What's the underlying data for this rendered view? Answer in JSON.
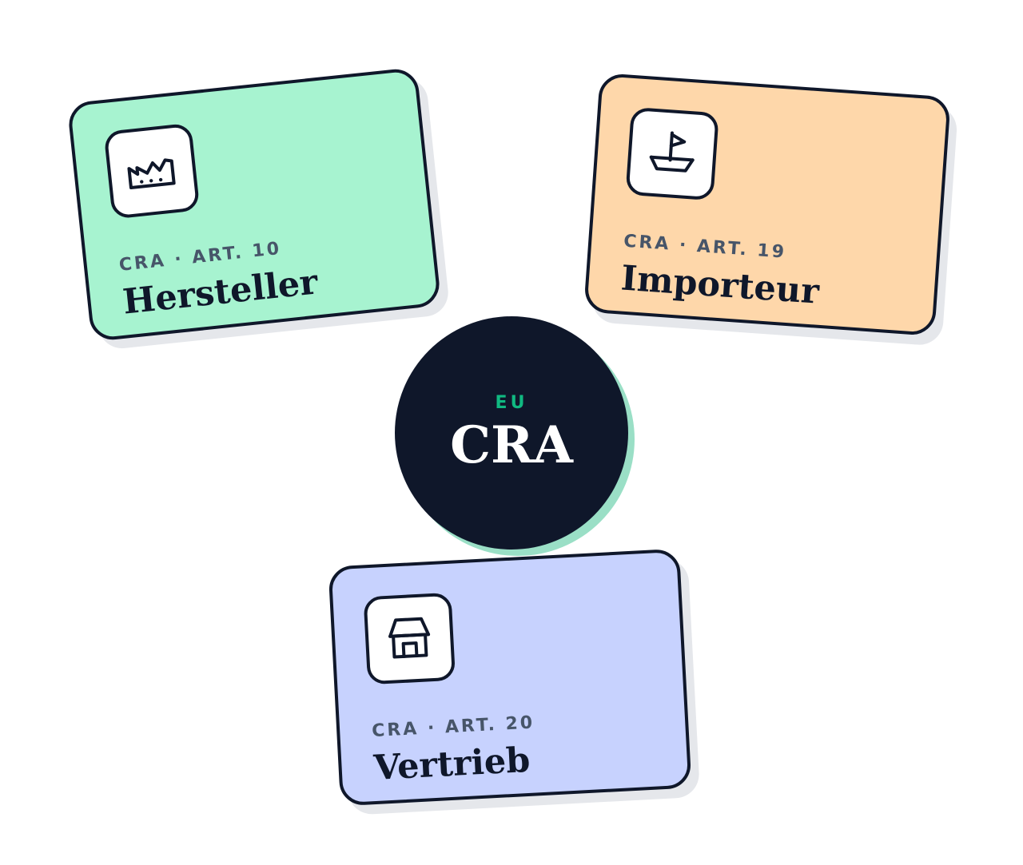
{
  "center": {
    "eyebrow": "EU",
    "title": "CRA"
  },
  "cards": [
    {
      "article": "CRA · ART. 10",
      "title": "Hersteller",
      "icon": "factory-icon",
      "color": "#a7f3d0"
    },
    {
      "article": "CRA · ART. 19",
      "title": "Importeur",
      "icon": "ship-icon",
      "color": "#fed7aa"
    },
    {
      "article": "CRA · ART. 20",
      "title": "Vertrieb",
      "icon": "store-icon",
      "color": "#c7d2fe"
    }
  ],
  "colors": {
    "ink": "#0f172a",
    "muted": "#475569",
    "accent": "#10b981"
  }
}
